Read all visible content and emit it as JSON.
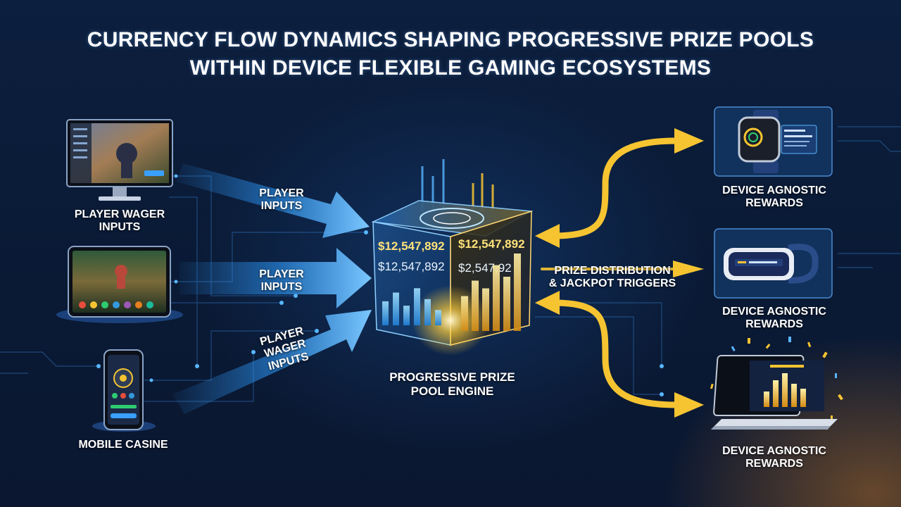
{
  "title": {
    "line1": "CURRENCY FLOW DYNAMICS SHAPING PROGRESSIVE PRIZE POOLS",
    "line2": "WITHIN DEVICE FLEXIBLE GAMING ECOSYSTEMS"
  },
  "inputs": {
    "desktop_label": "PLAYER WAGER\nINPUTS",
    "mobile_label": "MOBILE CASINE"
  },
  "arrow_labels": {
    "top": "PLAYER\nINPUTS",
    "middle": "PLAYER\nINPUTS",
    "bottom": "PLAYER\nWAGER\nINPUTS"
  },
  "engine": {
    "label": "PROGRESSIVE PRIZE\nPOOL ENGINE",
    "amount_left_top": "$12,547,892",
    "amount_left_bottom": "$12,547,892",
    "amount_right_top": "$12,547,892",
    "amount_right_bottom": "$2,547,92",
    "left_bars": [
      0.55,
      0.75,
      0.45,
      0.85,
      0.6,
      0.35
    ],
    "right_bars": [
      0.45,
      0.65,
      0.55,
      0.85,
      0.7,
      1.0
    ]
  },
  "distribution_label": "PRIZE DISTRIBUTION\n& JACKPOT TRIGGERS",
  "outputs": {
    "watch_label": "DEVICE AGNOSTIC\nREWARDS",
    "vr_label": "DEVICE AGNOSTIC\nREWARDS",
    "laptop_label": "DEVICE AGNOSTIC\nREWARDS"
  },
  "colors": {
    "input_arrow": "#2e9cff",
    "output_arrow": "#f6c431",
    "accent_gold": "#ffcf3c",
    "accent_blue": "#58b6ff"
  }
}
